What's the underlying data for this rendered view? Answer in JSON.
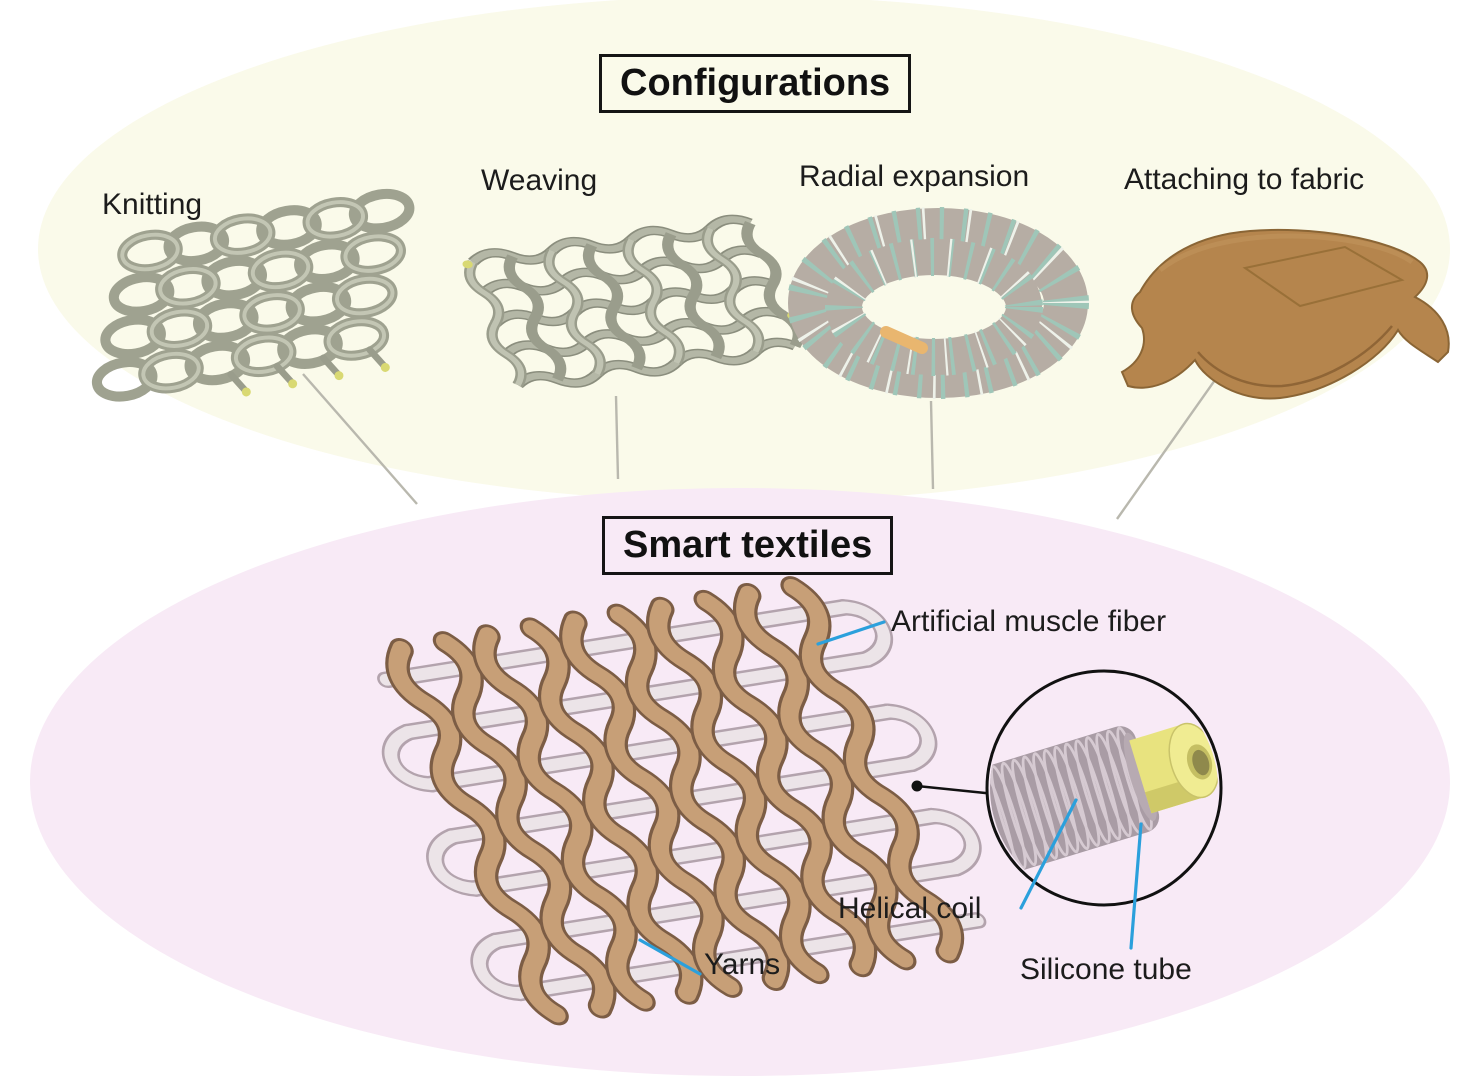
{
  "titles": {
    "configurations": "Configurations",
    "smart_textiles": "Smart textiles"
  },
  "config_items": [
    {
      "id": "knitting",
      "label": "Knitting"
    },
    {
      "id": "weaving",
      "label": "Weaving"
    },
    {
      "id": "radial-expansion",
      "label": "Radial expansion"
    },
    {
      "id": "attaching-to-fabric",
      "label": "Attaching to fabric"
    }
  ],
  "callouts": {
    "artificial_muscle_fiber": "Artificial muscle fiber",
    "helical_coil": "Helical coil",
    "silicone_tube": "Silicone tube",
    "yarns": "Yarns"
  },
  "icons": {
    "knitting_illustration": "knitted-mesh-3d-render",
    "weaving_illustration": "woven-mesh-3d-render",
    "radial_expansion_illustration": "coiled-ring-3d-render",
    "attaching_to_fabric_illustration": "draped-fabric-3d-render",
    "smart_textile_illustration": "woven-muscle-fiber-textile-3d-render",
    "inset_illustration": "helical-coil-with-silicone-tube-cross-section"
  },
  "colors": {
    "top_ellipse": "#fafaea",
    "bottom_ellipse": "#f8eaf6",
    "text": "#1c1c1c",
    "box_border": "#151515",
    "callout_leader_line": "#2ba0dc",
    "connector_line": "#b9b8ae",
    "mesh_gray_green": "#aeb19f",
    "coil_ring_teal": "#9fc6b8",
    "fabric_brown": "#b5854d",
    "yarn_brown": "#c79f77",
    "fiber_white": "#ece4e8",
    "helical_coil_gray": "#a99ca5",
    "silicone_yellow": "#e8e37f"
  }
}
